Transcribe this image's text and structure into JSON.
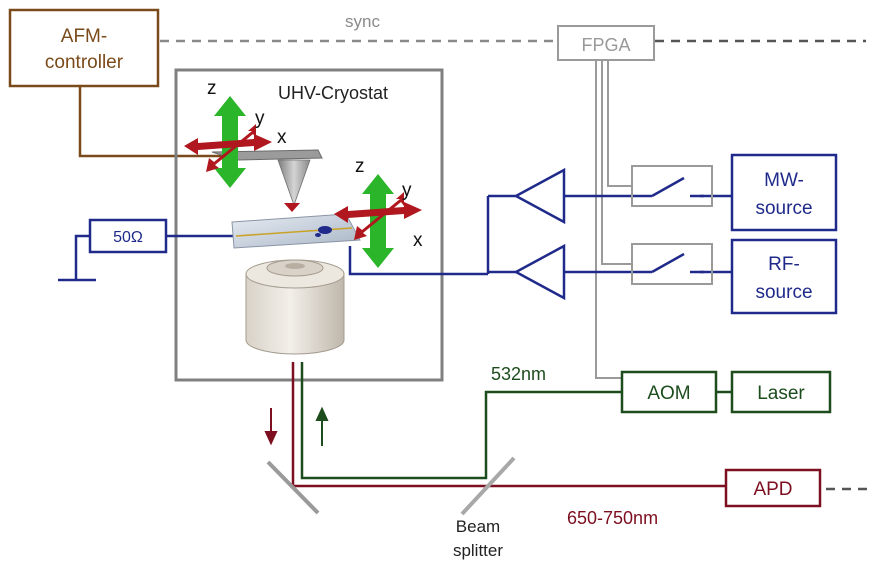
{
  "labels": {
    "sync": "sync",
    "fpga": "FPGA",
    "afm_line1": "AFM-",
    "afm_line2": "controller",
    "cryostat": "UHV-Cryostat",
    "tip_axis_z": "z",
    "tip_axis_y": "y",
    "tip_axis_x": "x",
    "sample_axis_z": "z",
    "sample_axis_y": "y",
    "sample_axis_x": "x",
    "resistor": "50Ω",
    "mw_line1": "MW-",
    "mw_line2": "source",
    "rf_line1": "RF-",
    "rf_line2": "source",
    "wavelength_green": "532nm",
    "aom": "AOM",
    "laser": "Laser",
    "apd": "APD",
    "wavelength_red": "650-750nm",
    "bs_line1": "Beam",
    "bs_line2": "splitter"
  },
  "colors": {
    "afm": "#7a4a1a",
    "microwave": "#1f2a8a",
    "laser_green": "#1d4d1d",
    "detection_red": "#7d1020",
    "fpga_gray": "#9a9a9a",
    "cryostat_gray": "#808080",
    "axis_green": "#2ab52a",
    "axis_red": "#b0171f"
  }
}
